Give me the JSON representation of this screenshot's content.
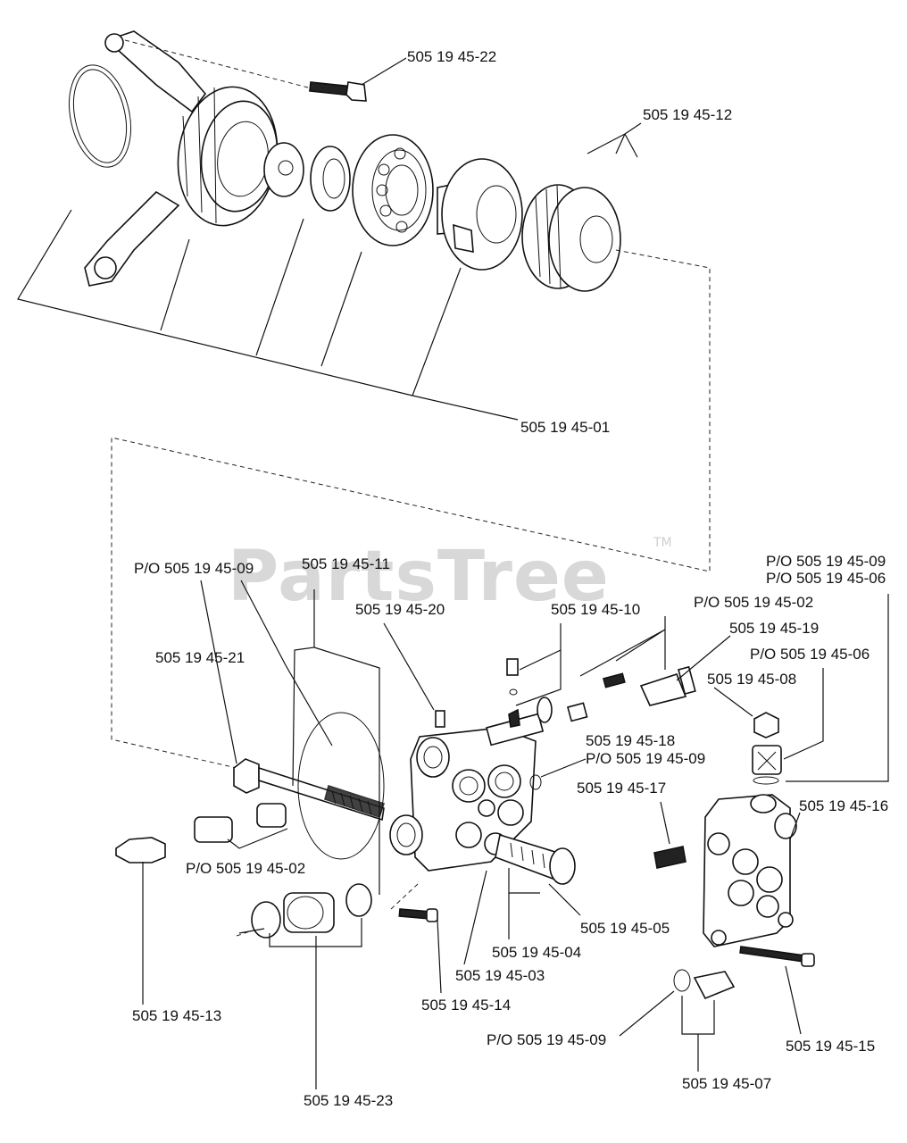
{
  "watermark": {
    "text": "PartsTree",
    "trademark": "TM"
  },
  "callouts": {
    "c22": "505 19 45-22",
    "c12": "505 19 45-12",
    "c01": "505 19 45-01",
    "po09_a": "P/O 505 19 45-09",
    "c11": "505 19 45-11",
    "c20": "505 19 45-20",
    "c10": "505 19 45-10",
    "po02_a": "P/O 505 19 45-02",
    "po09_b": "P/O 505 19 45-09",
    "po06_a": "P/O 505 19 45-06",
    "c19": "505 19 45-19",
    "po06_b": "P/O 505 19 45-06",
    "c21": "505 19 45-21",
    "c08": "505 19 45-08",
    "c18": "505 19 45-18",
    "po09_c": "P/O 505 19 45-09",
    "c17": "505 19 45-17",
    "c16": "505 19 45-16",
    "po02_b": "P/O 505 19 45-02",
    "c05": "505 19 45-05",
    "c04": "505 19 45-04",
    "c03": "505 19 45-03",
    "c13": "505 19 45-13",
    "c14": "505 19 45-14",
    "po09_d": "P/O 505 19 45-09",
    "c15": "505 19 45-15",
    "c07": "505 19 45-07",
    "c23": "505 19 45-23"
  }
}
